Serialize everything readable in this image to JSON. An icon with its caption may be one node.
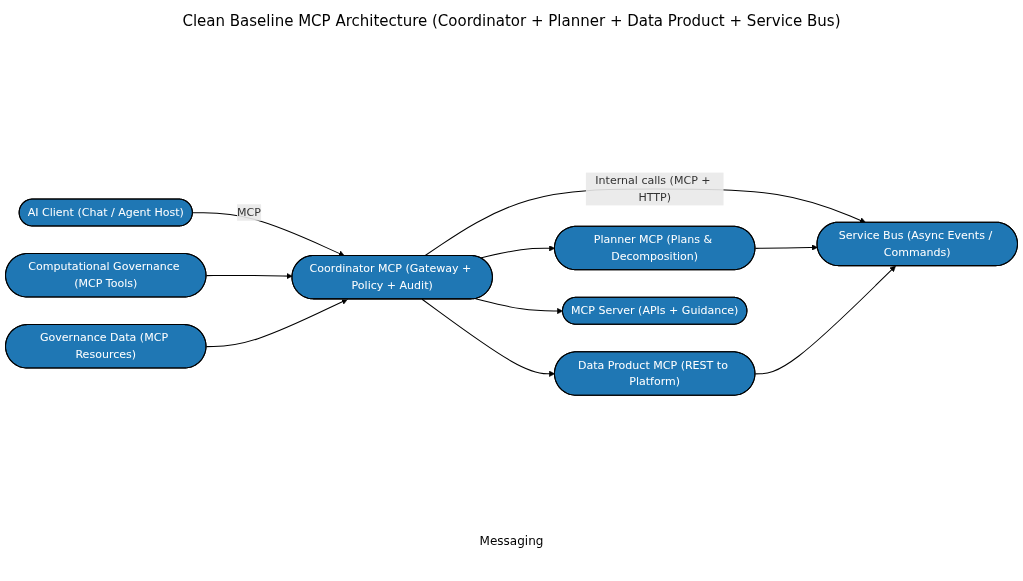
{
  "diagram": {
    "title": "Clean Baseline MCP Architecture (Coordinator + Planner + Data Product + Service Bus)",
    "nodes": [
      {
        "text": [
          "AI Client (Chat / Agent Host)"
        ]
      },
      {
        "text": [
          "Computational Governance (MCP Tools)"
        ]
      },
      {
        "text": [
          "Governance Data (MCP Resources)"
        ]
      },
      {
        "text": [
          "Coordinator MCP (Gateway + Policy + Audit)"
        ]
      },
      {
        "text": [
          "Planner MCP (Plans & Decomposition)"
        ]
      },
      {
        "text": [
          "Data Product MCP (REST to Platform)"
        ]
      },
      {
        "text": [
          "MCP Server (APIs + Guidance)"
        ]
      },
      {
        "text": [
          "Service Bus (Async Events / Commands)"
        ]
      }
    ],
    "edges": [
      {
        "from": 0,
        "to": 3,
        "arrow": "to",
        "label": "MCP"
      },
      {
        "from": 1,
        "to": 3,
        "arrow": "to"
      },
      {
        "from": 2,
        "to": 3,
        "arrow": "to"
      },
      {
        "from": 3,
        "to": 4,
        "arrow": "to"
      },
      {
        "from": 3,
        "to": 5,
        "arrow": "to"
      },
      {
        "from": 3,
        "to": 6,
        "arrow": "to"
      },
      {
        "from": 3,
        "to": 7,
        "arrow": "to",
        "label": "Internal calls (MCP + HTTP)"
      },
      {
        "from": 4,
        "to": 7,
        "arrow": "to"
      },
      {
        "from": 5,
        "to": 7,
        "arrow": "to"
      }
    ],
    "labels": [
      "Messaging"
    ]
  }
}
